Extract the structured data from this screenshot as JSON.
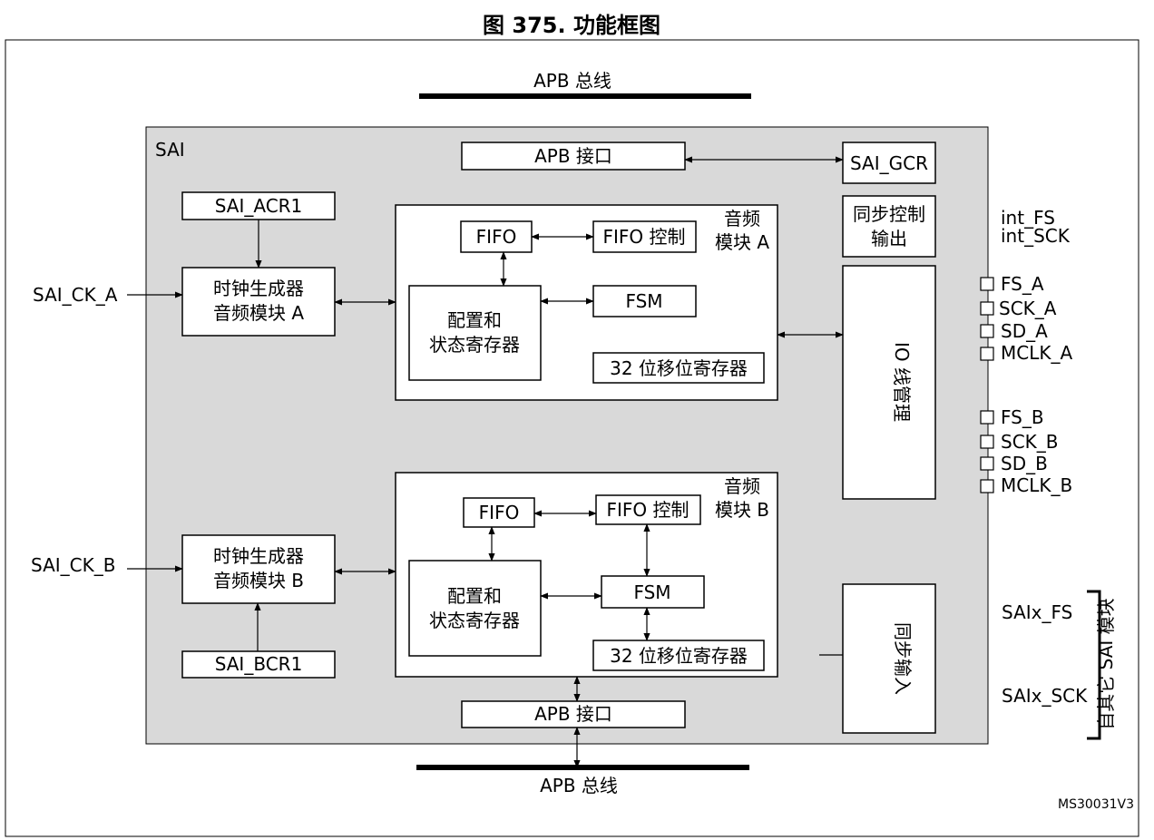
{
  "figure_title": "图 375. 功能框图",
  "apb_bus_top": "APB 总线",
  "apb_bus_bottom": "APB 总线",
  "sai_label": "SAI",
  "apb_interface_top": "APB 接口",
  "apb_interface_bottom": "APB 接口",
  "sai_gcr": "SAI_GCR",
  "sync_out": [
    "同步控制",
    "输出"
  ],
  "io_mgmt": "IO 线管理",
  "sync_in": "同步输入",
  "sai_acr1": "SAI_ACR1",
  "sai_bcr1": "SAI_BCR1",
  "sai_ck_a": "SAI_CK_A",
  "sai_ck_b": "SAI_CK_B",
  "clock_gen_a": [
    "时钟生成器",
    "音频模块 A"
  ],
  "clock_gen_b": [
    "时钟生成器",
    "音频模块 B"
  ],
  "block_a": {
    "label": [
      "音频",
      "模块 A"
    ],
    "fifo": "FIFO",
    "fifo_ctrl": "FIFO 控制",
    "fsm": "FSM",
    "config": [
      "配置和",
      "状态寄存器"
    ],
    "shift": "32 位移位寄存器"
  },
  "block_b": {
    "label": [
      "音频",
      "模块 B"
    ],
    "fifo": "FIFO",
    "fifo_ctrl": "FIFO 控制",
    "fsm": "FSM",
    "config": [
      "配置和",
      "状态寄存器"
    ],
    "shift": "32 位移位寄存器"
  },
  "int_signals": [
    "int_FS",
    "int_SCK"
  ],
  "pins_a": [
    "FS_A",
    "SCK_A",
    "SD_A",
    "MCLK_A"
  ],
  "pins_b": [
    "FS_B",
    "SCK_B",
    "SD_B",
    "MCLK_B"
  ],
  "other_sai_signals": [
    "SAIx_FS",
    "SAIx_SCK"
  ],
  "other_sai_label": "自其它 SAI 模块",
  "figure_id": "MS30031V3"
}
